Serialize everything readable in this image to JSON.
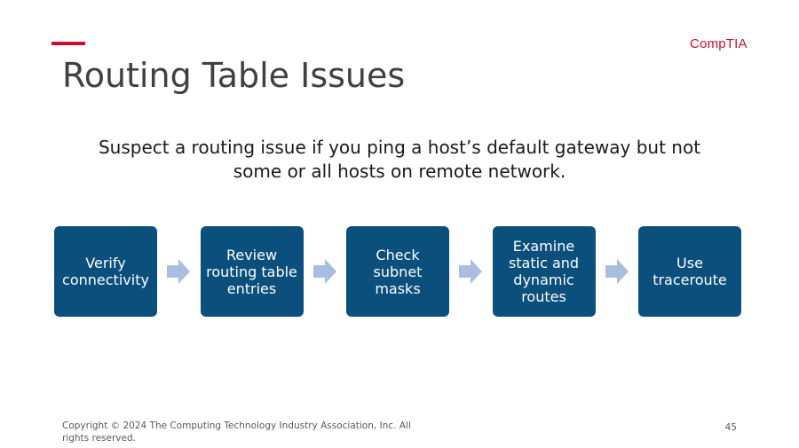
{
  "brand": {
    "logo_text": "CompTIA",
    "logo_mark": ".",
    "accent_color": "#c8102e"
  },
  "slide": {
    "title": "Routing Table Issues",
    "subtitle": "Suspect a routing issue if you ping a host’s default gateway but not some or all hosts on remote network.",
    "steps": [
      {
        "label": "Verify connectivity"
      },
      {
        "label": "Review routing table entries"
      },
      {
        "label": "Check subnet masks"
      },
      {
        "label": "Examine static and dynamic routes"
      },
      {
        "label": "Use traceroute"
      }
    ],
    "step_color": "#0b4f7c",
    "arrow_color": "#a9bde0",
    "arrow_icon": "chevron-arrow-right-icon"
  },
  "footer": {
    "copyright": "Copyright © 2024 The Computing Technology Industry Association, Inc. All rights reserved.",
    "page_number": "45"
  }
}
